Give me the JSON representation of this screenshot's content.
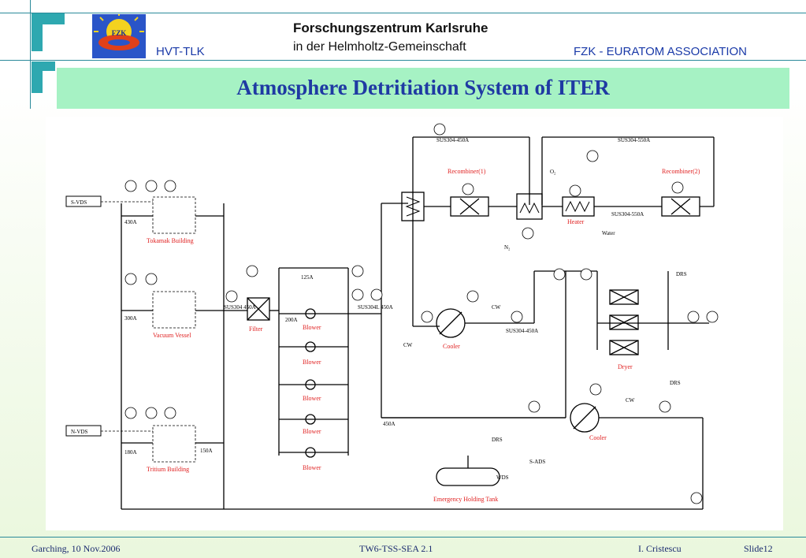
{
  "header": {
    "org_line1": "Forschungszentrum Karlsruhe",
    "org_line2": "in der Helmholtz-Gemeinschaft",
    "left_label": "HVT-TLK",
    "right_label": "FZK - EURATOM ASSOCIATION",
    "logo_text": "FZK"
  },
  "slide": {
    "title": "Atmosphere Detritiation System of ITER"
  },
  "diagram": {
    "inputs": [
      "S-VDS",
      "N-VDS"
    ],
    "buildings": [
      "Tokamak Building",
      "Vacuum Vessel",
      "Tritium Building"
    ],
    "filter": "Filter",
    "blower": "Blower",
    "cooler": "Cooler",
    "heater": "Heater",
    "dryer": "Dryer",
    "recombiner1": "Recombiner(1)",
    "recombiner2": "Recombiner(2)",
    "tank": "Emergency Holding Tank",
    "cw": "CW",
    "drs": "DRS",
    "water": "Water",
    "sads": "S-ADS",
    "wds": "WDS",
    "n2": "N₂",
    "o2": "O₂",
    "pipe_a": "SUS304-450A",
    "pipe_b": "SUS304-550A",
    "pipe_c": "SUS304-550A",
    "pipe_d": "SUS304-450A",
    "pipe_e": "SUS304L 450A",
    "pipe_f": "SUS304 450A",
    "size_430": "430A",
    "size_450": "450A",
    "size_200": "200A",
    "size_125": "125A",
    "size_180": "180A",
    "size_300": "300A",
    "size_150": "150A"
  },
  "footer": {
    "location_date": "Garching, 10 Nov.2006",
    "task": "TW6-TSS-SEA 2.1",
    "author": "I. Cristescu",
    "slide_no": "Slide12"
  }
}
